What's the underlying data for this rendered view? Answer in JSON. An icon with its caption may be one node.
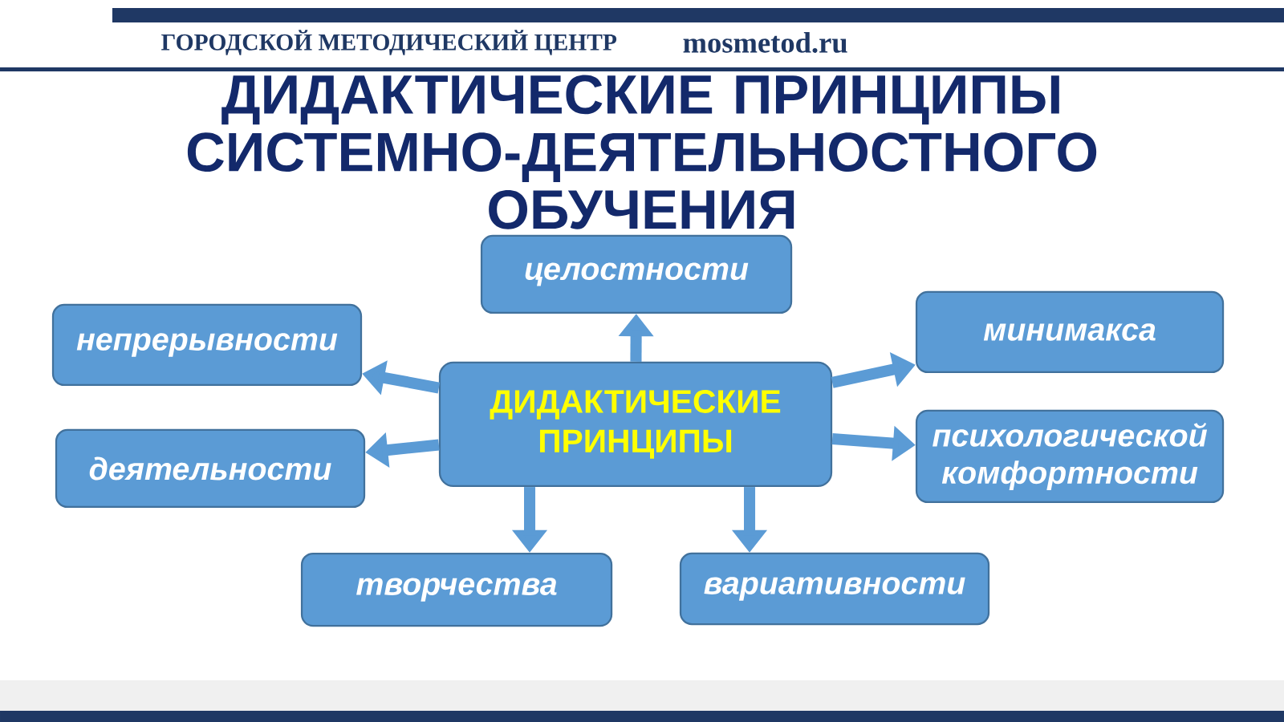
{
  "diagram": {
    "title": "ДИДАКТИЧЕСКИЕ ПРИНЦИПЫ СИСТЕМНО-ДЕЯТЕЛЬНОСТНОГО ОБУЧЕНИЯ",
    "nodes": [
      {
        "text": [
          "целостности"
        ]
      },
      {
        "text": [
          "непрерывности"
        ]
      },
      {
        "text": [
          "минимакса"
        ]
      },
      {
        "text": [
          "ДИДАКТИЧЕСКИЕ ПРИНЦИПЫ"
        ]
      },
      {
        "text": [
          "деятельности"
        ]
      },
      {
        "text": [
          "психологической комфортности"
        ]
      },
      {
        "text": [
          "творчества"
        ]
      },
      {
        "text": [
          "вариативности"
        ]
      }
    ],
    "edges": [
      {
        "from": 3,
        "to": 0,
        "arrow": "to"
      },
      {
        "from": 3,
        "to": 1,
        "arrow": "to"
      },
      {
        "from": 3,
        "to": 2,
        "arrow": "to"
      },
      {
        "from": 3,
        "to": 4,
        "arrow": "to"
      },
      {
        "from": 3,
        "to": 5,
        "arrow": "to"
      },
      {
        "from": 3,
        "to": 6,
        "arrow": "to"
      },
      {
        "from": 3,
        "to": 7,
        "arrow": "to"
      }
    ],
    "labels": [
      "ГОРОДСКОЙ МЕТОДИЧЕСКИЙ ЦЕНТР",
      "mosmetod.ru"
    ]
  }
}
